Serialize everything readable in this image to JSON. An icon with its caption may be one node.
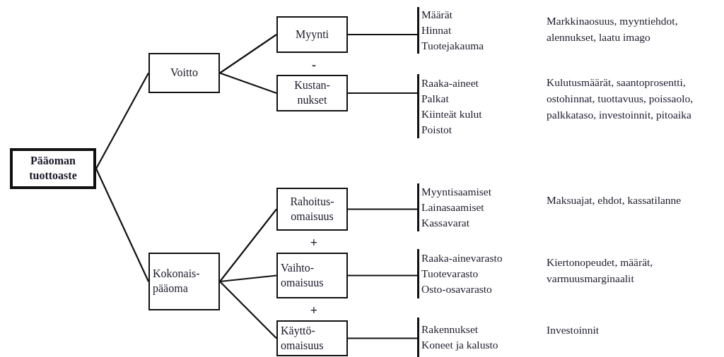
{
  "diagram": {
    "nodes": [
      {
        "text": [
          "Pääoman tuottoaste"
        ]
      },
      {
        "text": [
          "Voitto"
        ]
      },
      {
        "text": [
          "Kokonais-pääoma"
        ]
      },
      {
        "text": [
          "Myynti"
        ]
      },
      {
        "text": [
          "Kustan-nukset"
        ]
      },
      {
        "text": [
          "Rahoitus-omaisuus"
        ]
      },
      {
        "text": [
          "Vaihto-omaisuus"
        ]
      },
      {
        "text": [
          "Käyttö-omaisuus"
        ]
      },
      {
        "text": [
          "Määrät",
          "Hinnat",
          "Tuotejakauma"
        ]
      },
      {
        "text": [
          "Raaka-aineet",
          "Palkat",
          "Kiinteät kulut",
          "Poistot"
        ]
      },
      {
        "text": [
          "Myyntisaamiset",
          "Lainasaamiset",
          "Kassavarat"
        ]
      },
      {
        "text": [
          "Raaka-ainevarasto",
          "Tuotevarasto",
          "Osto-osavarasto"
        ]
      },
      {
        "text": [
          "Rakennukset",
          "Koneet ja kalusto"
        ]
      }
    ],
    "edges": [
      {
        "from": 0,
        "to": 1,
        "arrow": "none"
      },
      {
        "from": 0,
        "to": 2,
        "arrow": "none"
      },
      {
        "from": 1,
        "to": 3,
        "arrow": "none"
      },
      {
        "from": 1,
        "to": 4,
        "arrow": "none"
      },
      {
        "from": 2,
        "to": 5,
        "arrow": "none"
      },
      {
        "from": 2,
        "to": 6,
        "arrow": "none"
      },
      {
        "from": 2,
        "to": 7,
        "arrow": "none"
      },
      {
        "from": 3,
        "to": 8,
        "arrow": "none"
      },
      {
        "from": 4,
        "to": 9,
        "arrow": "none"
      },
      {
        "from": 5,
        "to": 10,
        "arrow": "none"
      },
      {
        "from": 6,
        "to": 11,
        "arrow": "none"
      },
      {
        "from": 7,
        "to": 12,
        "arrow": "none"
      }
    ],
    "labels": [
      "Markkinaosuus, myyntiehdot, alennukset, laatu imago",
      "-",
      "Kulutusmäärät, saantoprosentti, ostohinnat, tuottavuus, poissaolo, palkkataso, investoinnit, pitoaika",
      "Maksuajat, ehdot, kassatilanne",
      "+",
      "Kiertonopeudet, määrät, varmuusmarginaalit",
      "+",
      "Investoinnit"
    ]
  }
}
